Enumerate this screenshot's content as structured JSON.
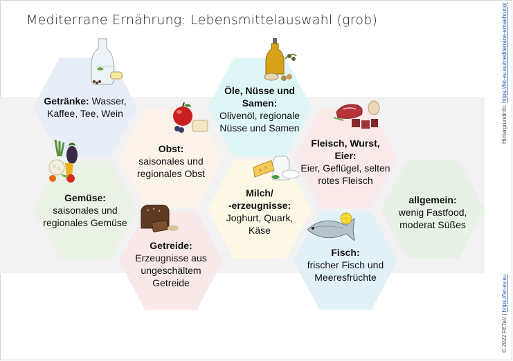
{
  "title": "Mediterrane Ernährung: Lebensmittelauswahl (grob)",
  "side": {
    "top_prefix": "Hintergrundinfo: ",
    "top_link": "https://fet-ev.eu/mediterrane-ernaehrung/",
    "bottom_prefix": "© 2022 FETeV | ",
    "bottom_link": "https://fet-ev.eu"
  },
  "groups": {
    "getraenke": {
      "head": "Getränke:",
      "body1": "Wasser,",
      "body2": "Kaffee, Tee, Wein",
      "color": "#e8eef8"
    },
    "oele": {
      "head1": "Öle, Nüsse und",
      "head2": "Samen:",
      "body1": "Olivenöl, regionale",
      "body2": "Nüsse und Samen",
      "color": "#def6f5"
    },
    "obst": {
      "head": "Obst:",
      "body1": "saisonales und",
      "body2": "regionales Obst",
      "color": "#fbf2ea"
    },
    "fleisch": {
      "head1": "Fleisch, Wurst,",
      "head2": "Eier:",
      "body1": "Eier, Geflügel, selten",
      "body2": "rotes Fleisch",
      "color": "#f9e9e9"
    },
    "gemuese": {
      "head": "Gemüse:",
      "body1": "saisonales und",
      "body2": "regionales Gemüse",
      "color": "#eaf2e6"
    },
    "milch": {
      "head1": "Milch/",
      "head2": "-erzeugnisse:",
      "body1": "Joghurt, Quark,",
      "body2": "Käse",
      "color": "#fdf8e6"
    },
    "allgemein": {
      "head": "allgemein:",
      "body1": "wenig Fastfood,",
      "body2": "moderat Süßes",
      "color": "#e8f1e6"
    },
    "getreide": {
      "head": "Getreide:",
      "body1": "Erzeugnisse aus",
      "body2": "ungeschältem",
      "body3": "Getreide",
      "color": "#f9e8e8"
    },
    "fisch": {
      "head": "Fisch:",
      "body1": "frischer Fisch und",
      "body2": "Meeresfrüchte",
      "color": "#e2f0f8"
    }
  },
  "icons": [
    "water-carafe-icon",
    "olive-oil-icon",
    "apple-icon",
    "meat-eggs-icon",
    "vegetables-icon",
    "cheese-milk-icon",
    "bread-icon",
    "fish-icon"
  ]
}
